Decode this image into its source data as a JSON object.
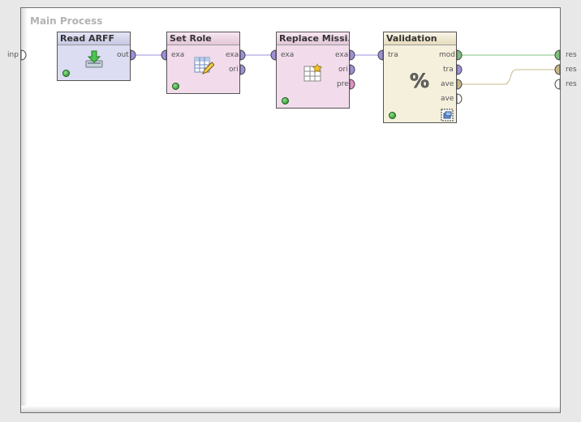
{
  "process": {
    "title": "Main Process"
  },
  "outer_ports": {
    "left": [
      {
        "label": "inp"
      }
    ],
    "right": [
      {
        "label": "res"
      },
      {
        "label": "res"
      },
      {
        "label": "res"
      }
    ]
  },
  "operators": {
    "read_arff": {
      "title": "Read ARFF",
      "outputs": [
        "out"
      ],
      "color": "#dcdcf2",
      "icon": "import-icon"
    },
    "set_role": {
      "title": "Set Role",
      "inputs": [
        "exa"
      ],
      "outputs": [
        "exa",
        "ori"
      ],
      "color": "#f2dceb",
      "icon": "table-edit-icon"
    },
    "replace_missing": {
      "title": "Replace Missi...",
      "inputs": [
        "exa"
      ],
      "outputs": [
        "exa",
        "ori",
        "pre"
      ],
      "color": "#f2dceb",
      "icon": "table-star-icon"
    },
    "validation": {
      "title": "Validation",
      "inputs": [
        "tra"
      ],
      "outputs": [
        "mod",
        "tra",
        "ave",
        "ave"
      ],
      "color": "#f5f0dc",
      "icon": "percent-icon",
      "subprocess_icon": "subprocess-icon"
    }
  },
  "colors": {
    "example_set_port": "#9f8fdc",
    "model_port": "#7fbf7f",
    "performance_port": "#c9b88a",
    "empty_port": "#ffffff",
    "example_wire": "#9f8fdc",
    "model_wire": "#7fbf7f",
    "performance_wire": "#c9b88a"
  }
}
